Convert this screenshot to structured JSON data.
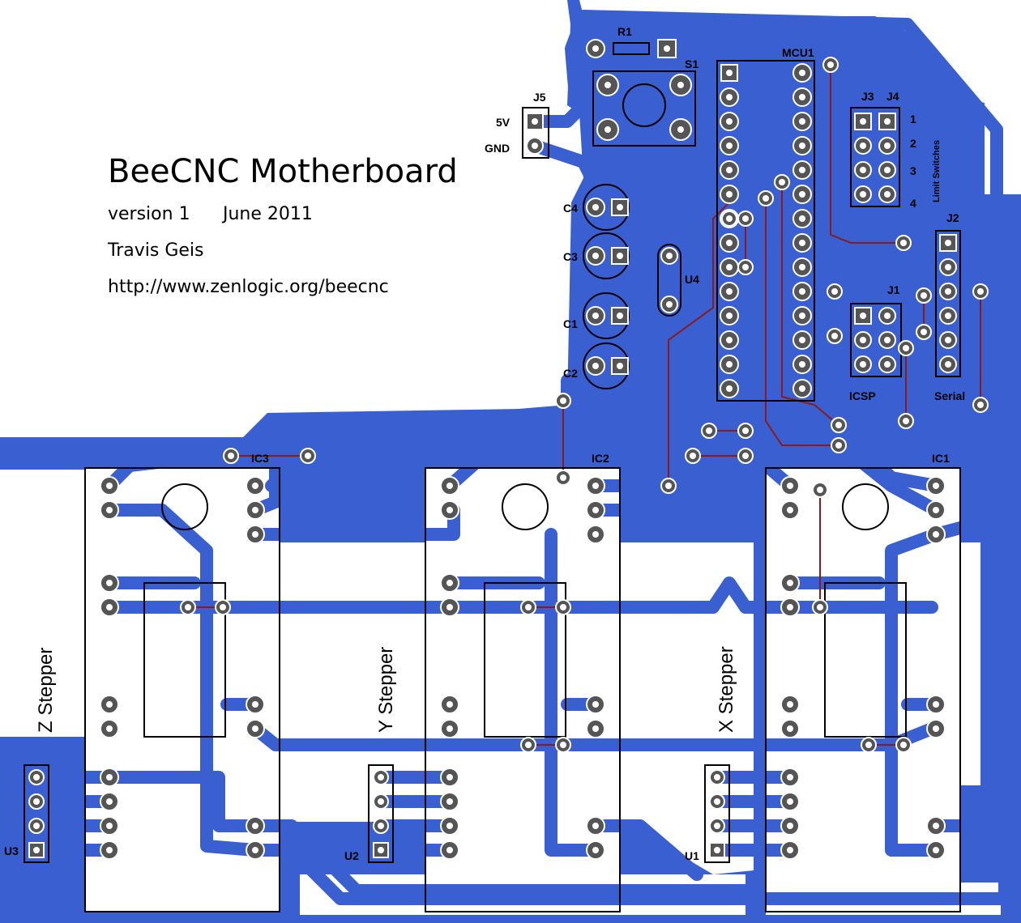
{
  "board": {
    "title": "BeeCNC Motherboard",
    "version": "version 1",
    "date": "June 2011",
    "author": "Travis Geis",
    "url": "http://www.zenlogic.org/beecnc"
  },
  "labels": {
    "r1": "R1",
    "s1": "S1",
    "mcu1": "MCU1",
    "j5": "J5",
    "pin_5v": "5V",
    "pin_gnd": "GND",
    "j3": "J3",
    "j4": "J4",
    "limit_switches": "Limit Switches",
    "ls1": "1",
    "ls2": "2",
    "ls3": "3",
    "ls4": "4",
    "c4": "C4",
    "c3": "C3",
    "c1": "C1",
    "c2": "C2",
    "u4": "U4",
    "j1": "J1",
    "j2": "J2",
    "icsp": "ICSP",
    "serial": "Serial",
    "ic1": "IC1",
    "ic2": "IC2",
    "ic3": "IC3",
    "z_stepper": "Z Stepper",
    "y_stepper": "Y Stepper",
    "x_stepper": "X Stepper",
    "u1": "U1",
    "u2": "U2",
    "u3": "U3"
  },
  "colors": {
    "copper": "#3a5fd0",
    "pad": "#555555",
    "silk": "#000000",
    "wire": "#8b1a1a",
    "bare": "#ffffff"
  }
}
